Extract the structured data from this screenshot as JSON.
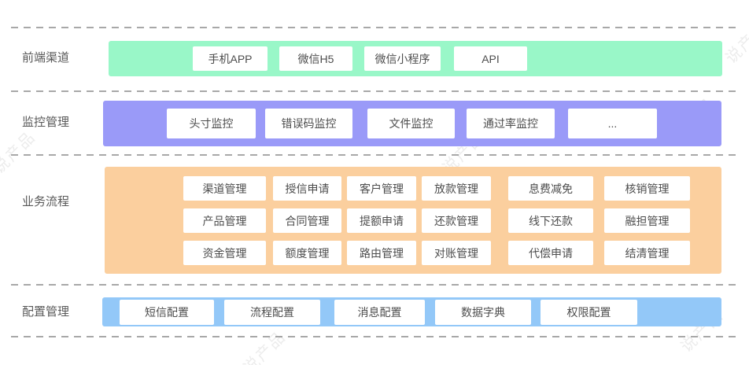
{
  "rows": [
    {
      "id": "frontend",
      "label": "前端渠道",
      "color": "#99f7c8",
      "items": [
        "手机APP",
        "微信H5",
        "微信小程序",
        "API"
      ]
    },
    {
      "id": "monitor",
      "label": "监控管理",
      "color": "#9a9af8",
      "items": [
        "头寸监控",
        "错误码监控",
        "文件监控",
        "通过率监控",
        "..."
      ]
    },
    {
      "id": "business",
      "label": "业务流程",
      "color": "#fbcf9e",
      "grid": [
        [
          "渠道管理",
          "授信申请",
          "客户管理",
          "放款管理",
          "息费减免",
          "核销管理"
        ],
        [
          "产品管理",
          "合同管理",
          "提额申请",
          "还款管理",
          "线下还款",
          "融担管理"
        ],
        [
          "资金管理",
          "额度管理",
          "路由管理",
          "对账管理",
          "代偿申请",
          "结清管理"
        ]
      ]
    },
    {
      "id": "config",
      "label": "配置管理",
      "color": "#93c8f8",
      "items": [
        "短信配置",
        "流程配置",
        "消息配置",
        "数据字典",
        "权限配置"
      ]
    }
  ],
  "colors": {
    "chip_background": "#ffffff",
    "chip_text": "#4d4d4d",
    "label_text": "#595959",
    "divider": "#a8a8a8"
  },
  "watermark": {
    "text": "说产品"
  }
}
